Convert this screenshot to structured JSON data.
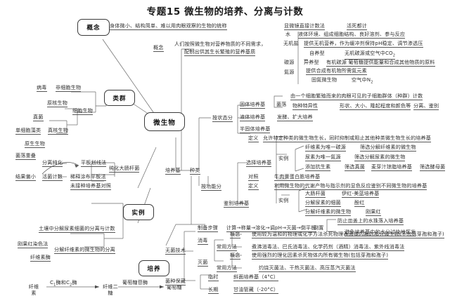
{
  "title": "专题15 微生物的培养、分离与计数",
  "nodes": {
    "concept": "概念",
    "group": "类群",
    "center": "微生物",
    "example": "实例",
    "culture": "培养"
  },
  "concept_branch": {
    "definition": "身体微小、结构简单、难以用肉眼观察的生物的统称"
  },
  "counting": {
    "microscope": "显微镜直接计数法",
    "both": "活死都计"
  },
  "group_branch": {
    "virus": "病毒",
    "noncell": "非细胞生物",
    "prokaryote": "原核生物",
    "cellular": "细胞生物",
    "fungi": "真菌",
    "algae": "单细胞藻类",
    "eukaryote": "真核生物",
    "protist": "原生生物"
  },
  "purify": {
    "overlap": "菌落重叠",
    "separate_purify": "分离纯化",
    "streak": "平板划线法",
    "too_small": "结果偏小",
    "viable_count": "活菌计数",
    "spread": "稀释涂布平板法",
    "control": "未接种培养基对照",
    "purify_ecoli": "纯化大肠杆菌"
  },
  "example_branch": {
    "urea": "土壤中分解尿素细菌的分离与计数",
    "congo_red": "刚果红染色法",
    "cellulose_sep": "分解纤维素的微生物的分离",
    "cellulase": "纤维素酶"
  },
  "reaction": {
    "s1": "纤维",
    "s1b": "素",
    "e1a": "C",
    "e1a_sub": "1",
    "e1b": "酶和C",
    "e1b_sub": "2",
    "e1c": "酶",
    "s2": "纤维二",
    "s2b": "糖",
    "e2": "葡萄糖苷酶",
    "s3": "葡萄糖"
  },
  "medium": {
    "concept_label": "概念",
    "concept_line1": "人们按照微生物对营养物质的不同需求，",
    "concept_line2": "配制出供其生长繁殖的营养基质",
    "medium_label": "培养基",
    "kind_label": "种类",
    "by_state": "按状态分",
    "by_function": "按功能分",
    "prep_label": "制备步骤",
    "prep_steps": "计算→称量→溶化→调pH→灭菌→倒平板",
    "invert": "倒置",
    "invert_r1": "防止皿盖上的水珠落入培养基",
    "invert_r2": "避免培养基中的水分过快地挥发"
  },
  "nutrients": {
    "water": "水",
    "water_desc": "液体环境、组成细胞结构、良好溶剂、参与反应",
    "minerals": "无机盐",
    "minerals_desc": "提供无机营养，作为缓冲剂保持pH稳定、调节渗透压",
    "carbon": "碳源",
    "auto": "自养型",
    "auto_desc_a": "无机碳源或空气中CO",
    "auto_desc_sub": "2",
    "hetero": "异养型",
    "hetero_desc": "有机碳源 葡萄糖提供能量和合成其他物质的原料",
    "nitrogen": "氮源",
    "nitrogen_desc": "提供合成有机物所需氮元素",
    "nfix": "固氮微生物",
    "nfix_desc_a": "空气中N",
    "nfix_desc_sub": "2"
  },
  "colony": {
    "solid": "固体培养基",
    "label": "菌落",
    "def": "由一个细胞繁殖而来的肉眼可见的子细胞群体（种群）计数",
    "specificity": "物种特异性",
    "traits": "形状、大小、隆起程度和颜色等",
    "use": "分离、鉴别",
    "liquid": "液体培养基",
    "liquid_use": "发酵、扩大培养",
    "semisolid": "半固体培养基"
  },
  "selective": {
    "label": "选择培养基",
    "def_label": "定义",
    "def": "允许特定种类的微生物生长，同时抑制或阻止其他种类微生物生长的培养基",
    "example_label": "实例",
    "e1a": "纤维素为唯一碳源",
    "e1b": "筛选分解纤维素的微生物",
    "e2a": "尿素为唯一氮源",
    "e2b": "筛选分解尿素的微生物",
    "e3a": "添加抗生素",
    "e3b": "筛选真菌",
    "e3c": "麦芽汁琼脂培养基",
    "e3d": "筛选酵母菌",
    "control_label": "对照",
    "control": "牛肉膏蛋白胨培养基"
  },
  "differential": {
    "label": "鉴别培养基",
    "def_label": "定义",
    "def": "利用微生物的代谢产物与指示剂的显色反应鉴别不同微生物的培养基",
    "example_label": "实例",
    "e1a": "大肠杆菌",
    "e1b": "伊红-美蓝培养基",
    "e2a": "分解尿素的细菌",
    "e2b": "酚红",
    "e3a": "分解纤维素的微生物",
    "e3b": "刚果红"
  },
  "aseptic": {
    "label": "无菌技术",
    "disinfect": "消毒",
    "disinfect_concept_label": "概念",
    "disinfect_concept": "使用较为温和的物理或化学方法杀死物理表面或内部的部分微生物(不包括芽孢和孢子)",
    "disinfect_method_label": "常用方法",
    "disinfect_methods": "煮沸消毒法、巴氏消毒法、化学药剂（酒精）消毒法、紫外线消毒法",
    "sterilize": "灭菌",
    "sterilize_concept_label": "概念",
    "sterilize_concept": "使用强烈的理化因素杀死物体内所有微生物(包括芽孢和孢子)",
    "sterilize_method_label": "常用方法",
    "sterilize_methods": "灼烧灭菌法、干热灭菌法、高压蒸汽灭菌法"
  },
  "preserve": {
    "label": "菌种保藏",
    "temp_label": "临时",
    "temp": "斜面培养基（4°C）",
    "long_label": "长期",
    "long": "甘油管藏（-20°C）"
  }
}
